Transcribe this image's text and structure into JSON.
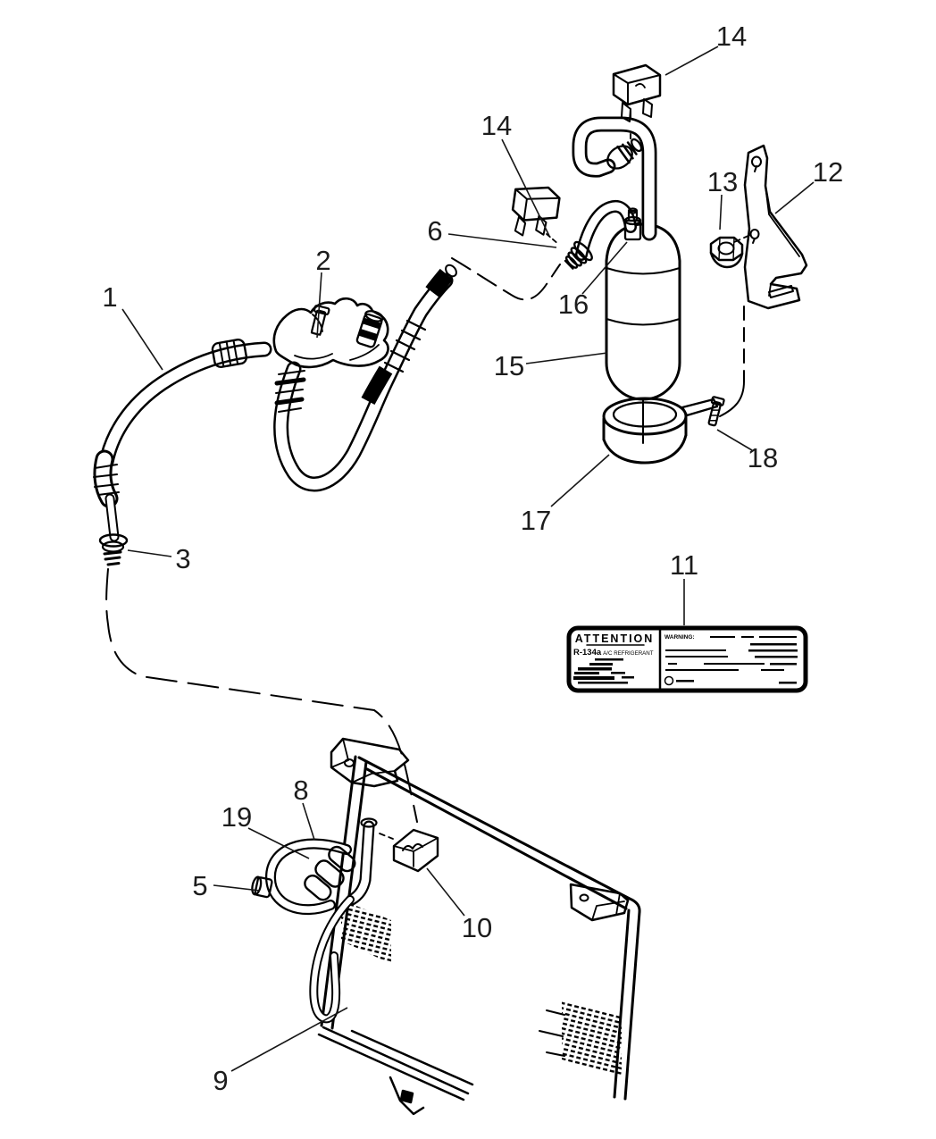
{
  "page": {
    "background": "#ffffff",
    "ink": "#000000"
  },
  "callouts": [
    {
      "part": "1"
    },
    {
      "part": "2"
    },
    {
      "part": "3"
    },
    {
      "part": "5"
    },
    {
      "part": "6"
    },
    {
      "part": "8"
    },
    {
      "part": "9"
    },
    {
      "part": "10"
    },
    {
      "part": "11"
    },
    {
      "part": "12"
    },
    {
      "part": "13"
    },
    {
      "part": "14"
    },
    {
      "part": "14"
    },
    {
      "part": "15"
    },
    {
      "part": "16"
    },
    {
      "part": "17"
    },
    {
      "part": "18"
    },
    {
      "part": "19"
    }
  ],
  "label_plate": {
    "attention": "ATTENTION",
    "refrigerant_code": "R-134a",
    "refrigerant_text": "A/C REFRIGERANT",
    "warning": "WARNING:"
  }
}
